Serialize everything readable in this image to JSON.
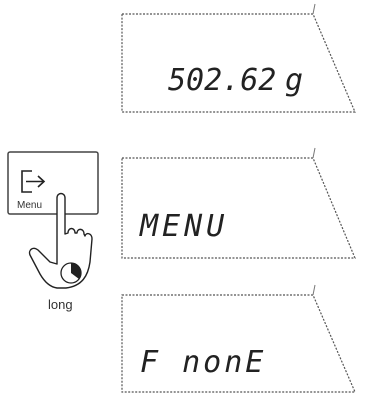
{
  "button": {
    "icon": "menu-enter-arrow-icon",
    "label": "Menu",
    "press_label": "long"
  },
  "displays": [
    {
      "text": "502.62",
      "unit": "g"
    },
    {
      "text": "MENU"
    },
    {
      "text": "F nonE"
    }
  ]
}
